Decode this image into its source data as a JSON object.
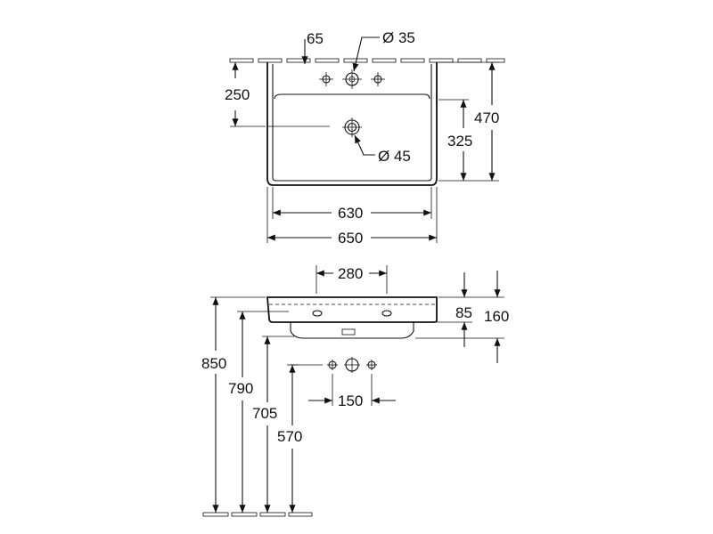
{
  "top_view": {
    "dim_tap_offset": "65",
    "dim_tap_hole": "Ø 35",
    "dim_depth_to_rim": "250",
    "dim_overall_depth": "470",
    "dim_drain_depth": "325",
    "dim_drain_hole": "Ø 45",
    "dim_inner_width": "630",
    "dim_outer_width": "650"
  },
  "side_view": {
    "dim_drain_spacing": "280",
    "dim_rim_height": "85",
    "dim_total_height": "160",
    "dim_rim_floor": "850",
    "dim_drain_floor": "790",
    "dim_tap_floor": "705",
    "dim_waste_floor": "570",
    "dim_tap_spacing": "150"
  }
}
